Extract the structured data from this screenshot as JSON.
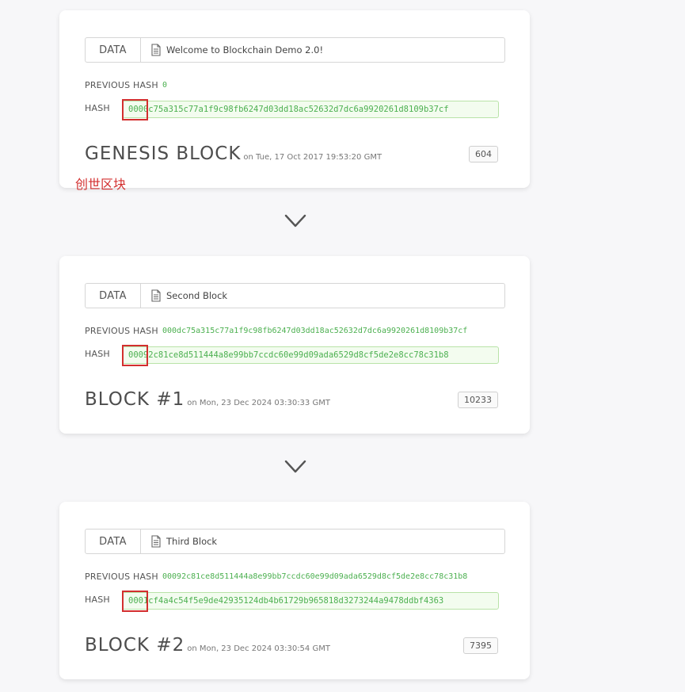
{
  "labels": {
    "data": "DATA",
    "previous_hash": "PREVIOUS HASH",
    "hash": "HASH"
  },
  "blocks": [
    {
      "data_value": "Welcome to Blockchain Demo 2.0!",
      "previous_hash": "0",
      "hash": "0000c75a315c77a1f9c98fb6247d03dd18ac52632d7dc6a9920261d8109b37cf",
      "title": "GENESIS BLOCK",
      "date": "on Tue, 17 Oct 2017 19:53:20 GMT",
      "nonce": "604"
    },
    {
      "data_value": "Second Block",
      "previous_hash": "000dc75a315c77a1f9c98fb6247d03dd18ac52632d7dc6a9920261d8109b37cf",
      "hash": "00092c81ce8d511444a8e99bb7ccdc60e99d09ada6529d8cf5de2e8cc78c31b8",
      "title": "BLOCK #1",
      "date": "on Mon, 23 Dec 2024 03:30:33 GMT",
      "nonce": "10233"
    },
    {
      "data_value": "Third Block",
      "previous_hash": "00092c81ce8d511444a8e99bb7ccdc60e99d09ada6529d8cf5de2e8cc78c31b8",
      "hash": "0001cf4a4c54f5e9de42935124db4b61729b965818d3273244a9478ddbf4363",
      "title": "BLOCK #2",
      "date": "on Mon, 23 Dec 2024 03:30:54 GMT",
      "nonce": "7395"
    }
  ],
  "annotation": "创世区块",
  "colors": {
    "hash_green": "#4cb050",
    "highlight_red": "#d32f2f"
  },
  "icons": {
    "data": "document-icon",
    "separator": "chevron-down-icon"
  }
}
